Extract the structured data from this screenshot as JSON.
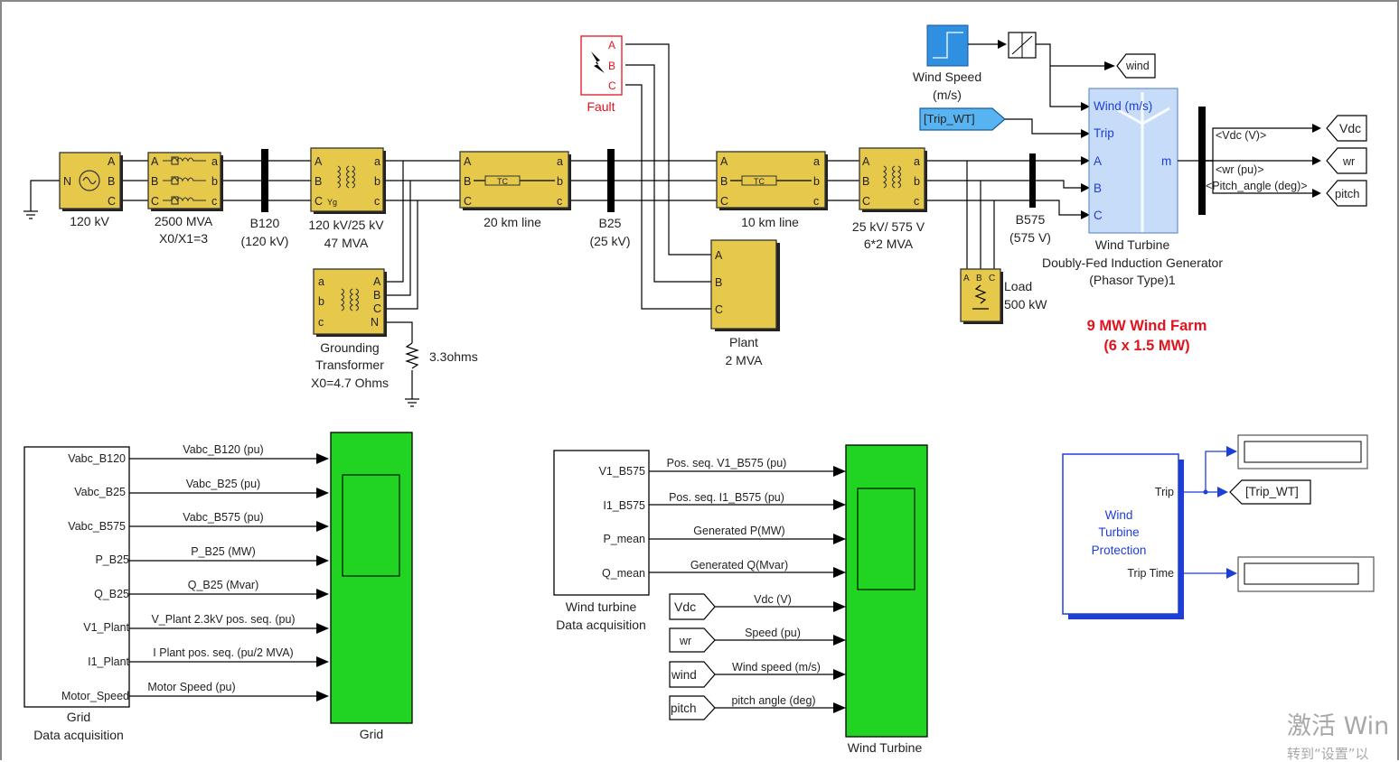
{
  "source": {
    "label": "120 kV",
    "ports": [
      "N",
      "A",
      "B",
      "C"
    ]
  },
  "source_impedance": {
    "label1": "2500 MVA",
    "label2": "X0/X1=3"
  },
  "b120": {
    "label1": "B120",
    "label2": "(120 kV)"
  },
  "tr1": {
    "label1": "120 kV/25 kV",
    "label2": "47 MVA"
  },
  "grounding": {
    "label1": "Grounding",
    "label2": "Transformer",
    "label3": "X0=4.7 Ohms",
    "resistor": "3.3ohms"
  },
  "line20": {
    "label": "20 km line"
  },
  "b25": {
    "label1": "B25",
    "label2": "(25 kV)"
  },
  "fault": {
    "label": "Fault"
  },
  "plant": {
    "label1": "Plant",
    "label2": "2 MVA"
  },
  "line10": {
    "label": "10 km line"
  },
  "tr2": {
    "label1": "25 kV/ 575 V",
    "label2": "6*2 MVA"
  },
  "b575": {
    "label1": "B575",
    "label2": "(575 V)"
  },
  "load": {
    "label1": "Load",
    "label2": "500 kW"
  },
  "wind_speed": {
    "label1": "Wind Speed",
    "label2": "(m/s)"
  },
  "trip_goto": {
    "label": "[Trip_WT]"
  },
  "wind_tag": {
    "label": "wind"
  },
  "wt": {
    "ports": [
      "Wind (m/s)",
      "Trip",
      "A",
      "B",
      "C"
    ],
    "out": "m",
    "label1": "Wind Turbine",
    "label2": "Doubly-Fed Induction Generator",
    "label3": "(Phasor Type)1"
  },
  "demux": {
    "signals": [
      "<Vdc (V)>",
      "<wr (pu)>",
      "<Pitch_angle (deg)>"
    ],
    "tags": [
      "Vdc",
      "wr",
      "pitch"
    ]
  },
  "farm_title": {
    "line1": "9 MW Wind Farm",
    "line2": "(6 x 1.5 MW)"
  },
  "grid_acq": {
    "outputs": [
      "Vabc_B120",
      "Vabc_B25",
      "Vabc_B575",
      "P_B25",
      "Q_B25",
      "V1_Plant",
      "I1_Plant",
      "Motor_Speed"
    ],
    "signals": [
      "Vabc_B120 (pu)",
      "Vabc_B25 (pu)",
      "Vabc_B575 (pu)",
      "P_B25 (MW)",
      "Q_B25 (Mvar)",
      "V_Plant 2.3kV pos. seq. (pu)",
      "I Plant pos. seq. (pu/2 MVA)",
      "Motor Speed (pu)"
    ],
    "label1": "Grid",
    "label2": "Data acquisition",
    "scope": "Grid"
  },
  "wt_acq": {
    "outputs": [
      "V1_B575",
      "I1_B575",
      "P_mean",
      "Q_mean"
    ],
    "signals": [
      "Pos. seq. V1_B575 (pu)",
      "Pos. seq. I1_B575 (pu)",
      "Generated P(MW)",
      "Generated Q(Mvar)",
      "Vdc (V)",
      "Speed (pu)",
      "Wind speed (m/s)",
      "pitch angle (deg)"
    ],
    "froms": [
      "Vdc",
      "wr",
      "wind",
      "pitch"
    ],
    "label1": "Wind turbine",
    "label2": "Data acquisition",
    "scope": "Wind Turbine"
  },
  "protection": {
    "title": [
      "Wind",
      "Turbine",
      "Protection"
    ],
    "ports": [
      "Trip",
      "Trip Time"
    ],
    "goto": "[Trip_WT]"
  },
  "watermark": {
    "line1": "激活 Win",
    "line2": "转到“设置”以"
  },
  "colors": {
    "block": "#e6c84a",
    "scope": "#21d421",
    "wt_block": "#c7dcf8",
    "blue": "#1d3fd6",
    "red": "#e0141e",
    "speed_block": "#2f8fe0"
  }
}
